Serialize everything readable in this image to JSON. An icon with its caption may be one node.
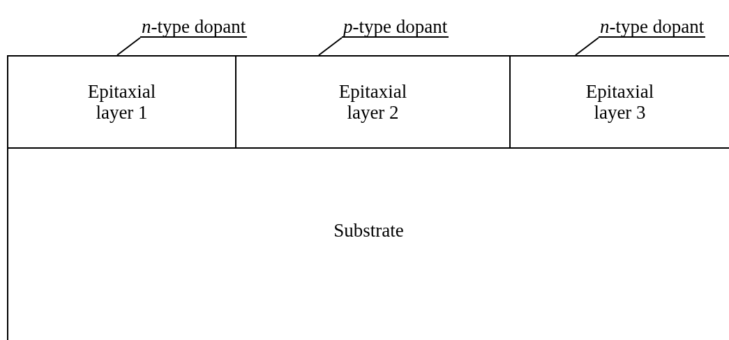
{
  "diagram": {
    "nodes": [
      {
        "text": [
          "*n*-type dopant"
        ]
      },
      {
        "text": [
          "*p*-type dopant"
        ]
      },
      {
        "text": [
          "*n*-type dopant"
        ]
      },
      {
        "text": [
          "Epitaxial layer 1"
        ]
      },
      {
        "text": [
          "Epitaxial layer 2"
        ]
      },
      {
        "text": [
          "Epitaxial layer 3"
        ]
      },
      {
        "text": [
          "Substrate"
        ]
      }
    ],
    "edges": [
      {
        "from": 0,
        "to": 3,
        "arrow": "none"
      },
      {
        "from": 1,
        "to": 4,
        "arrow": "none"
      },
      {
        "from": 2,
        "to": 5,
        "arrow": "none"
      }
    ]
  }
}
